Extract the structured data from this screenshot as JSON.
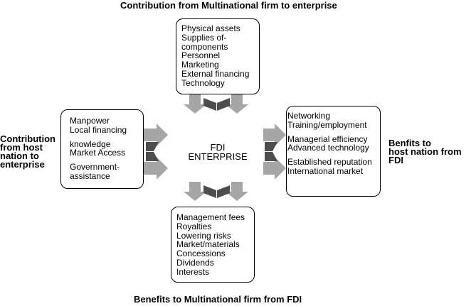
{
  "titles": {
    "top": "Contribution from Multinational firm to enterprise",
    "bottom": "Benefits to Multinational firm from FDI"
  },
  "side_labels": {
    "left": [
      "Contribution",
      "from host",
      "nation to",
      "enterprise"
    ],
    "right": [
      "Benfits to",
      "host nation from",
      "FDI"
    ]
  },
  "center": {
    "line1": "FDI",
    "line2": "ENTERPRISE"
  },
  "boxes": {
    "top": [
      "Physical assets",
      "Supplies of-",
      "components",
      "Personnel",
      "Marketing",
      "External financing",
      "Technology"
    ],
    "left": {
      "group1": [
        "Manpower",
        "Local financing"
      ],
      "group2": [
        "knowledge",
        "Market Access"
      ],
      "group3": [
        "Government-",
        "assistance"
      ]
    },
    "right": {
      "group1": [
        "Networking",
        "Training/employment"
      ],
      "group2": [
        "Managerial efficiency",
        "Advanced technology"
      ],
      "group3": [
        "Established reputation",
        "International market"
      ]
    },
    "bottom": [
      "Management fees",
      "Royalties",
      "Lowering risks",
      "Market/materials",
      "Concessions",
      "Dividends",
      "Interests"
    ]
  },
  "colors": {
    "arrow_light": "#a6a6a6",
    "arrow_dark": "#4d4d4d"
  }
}
